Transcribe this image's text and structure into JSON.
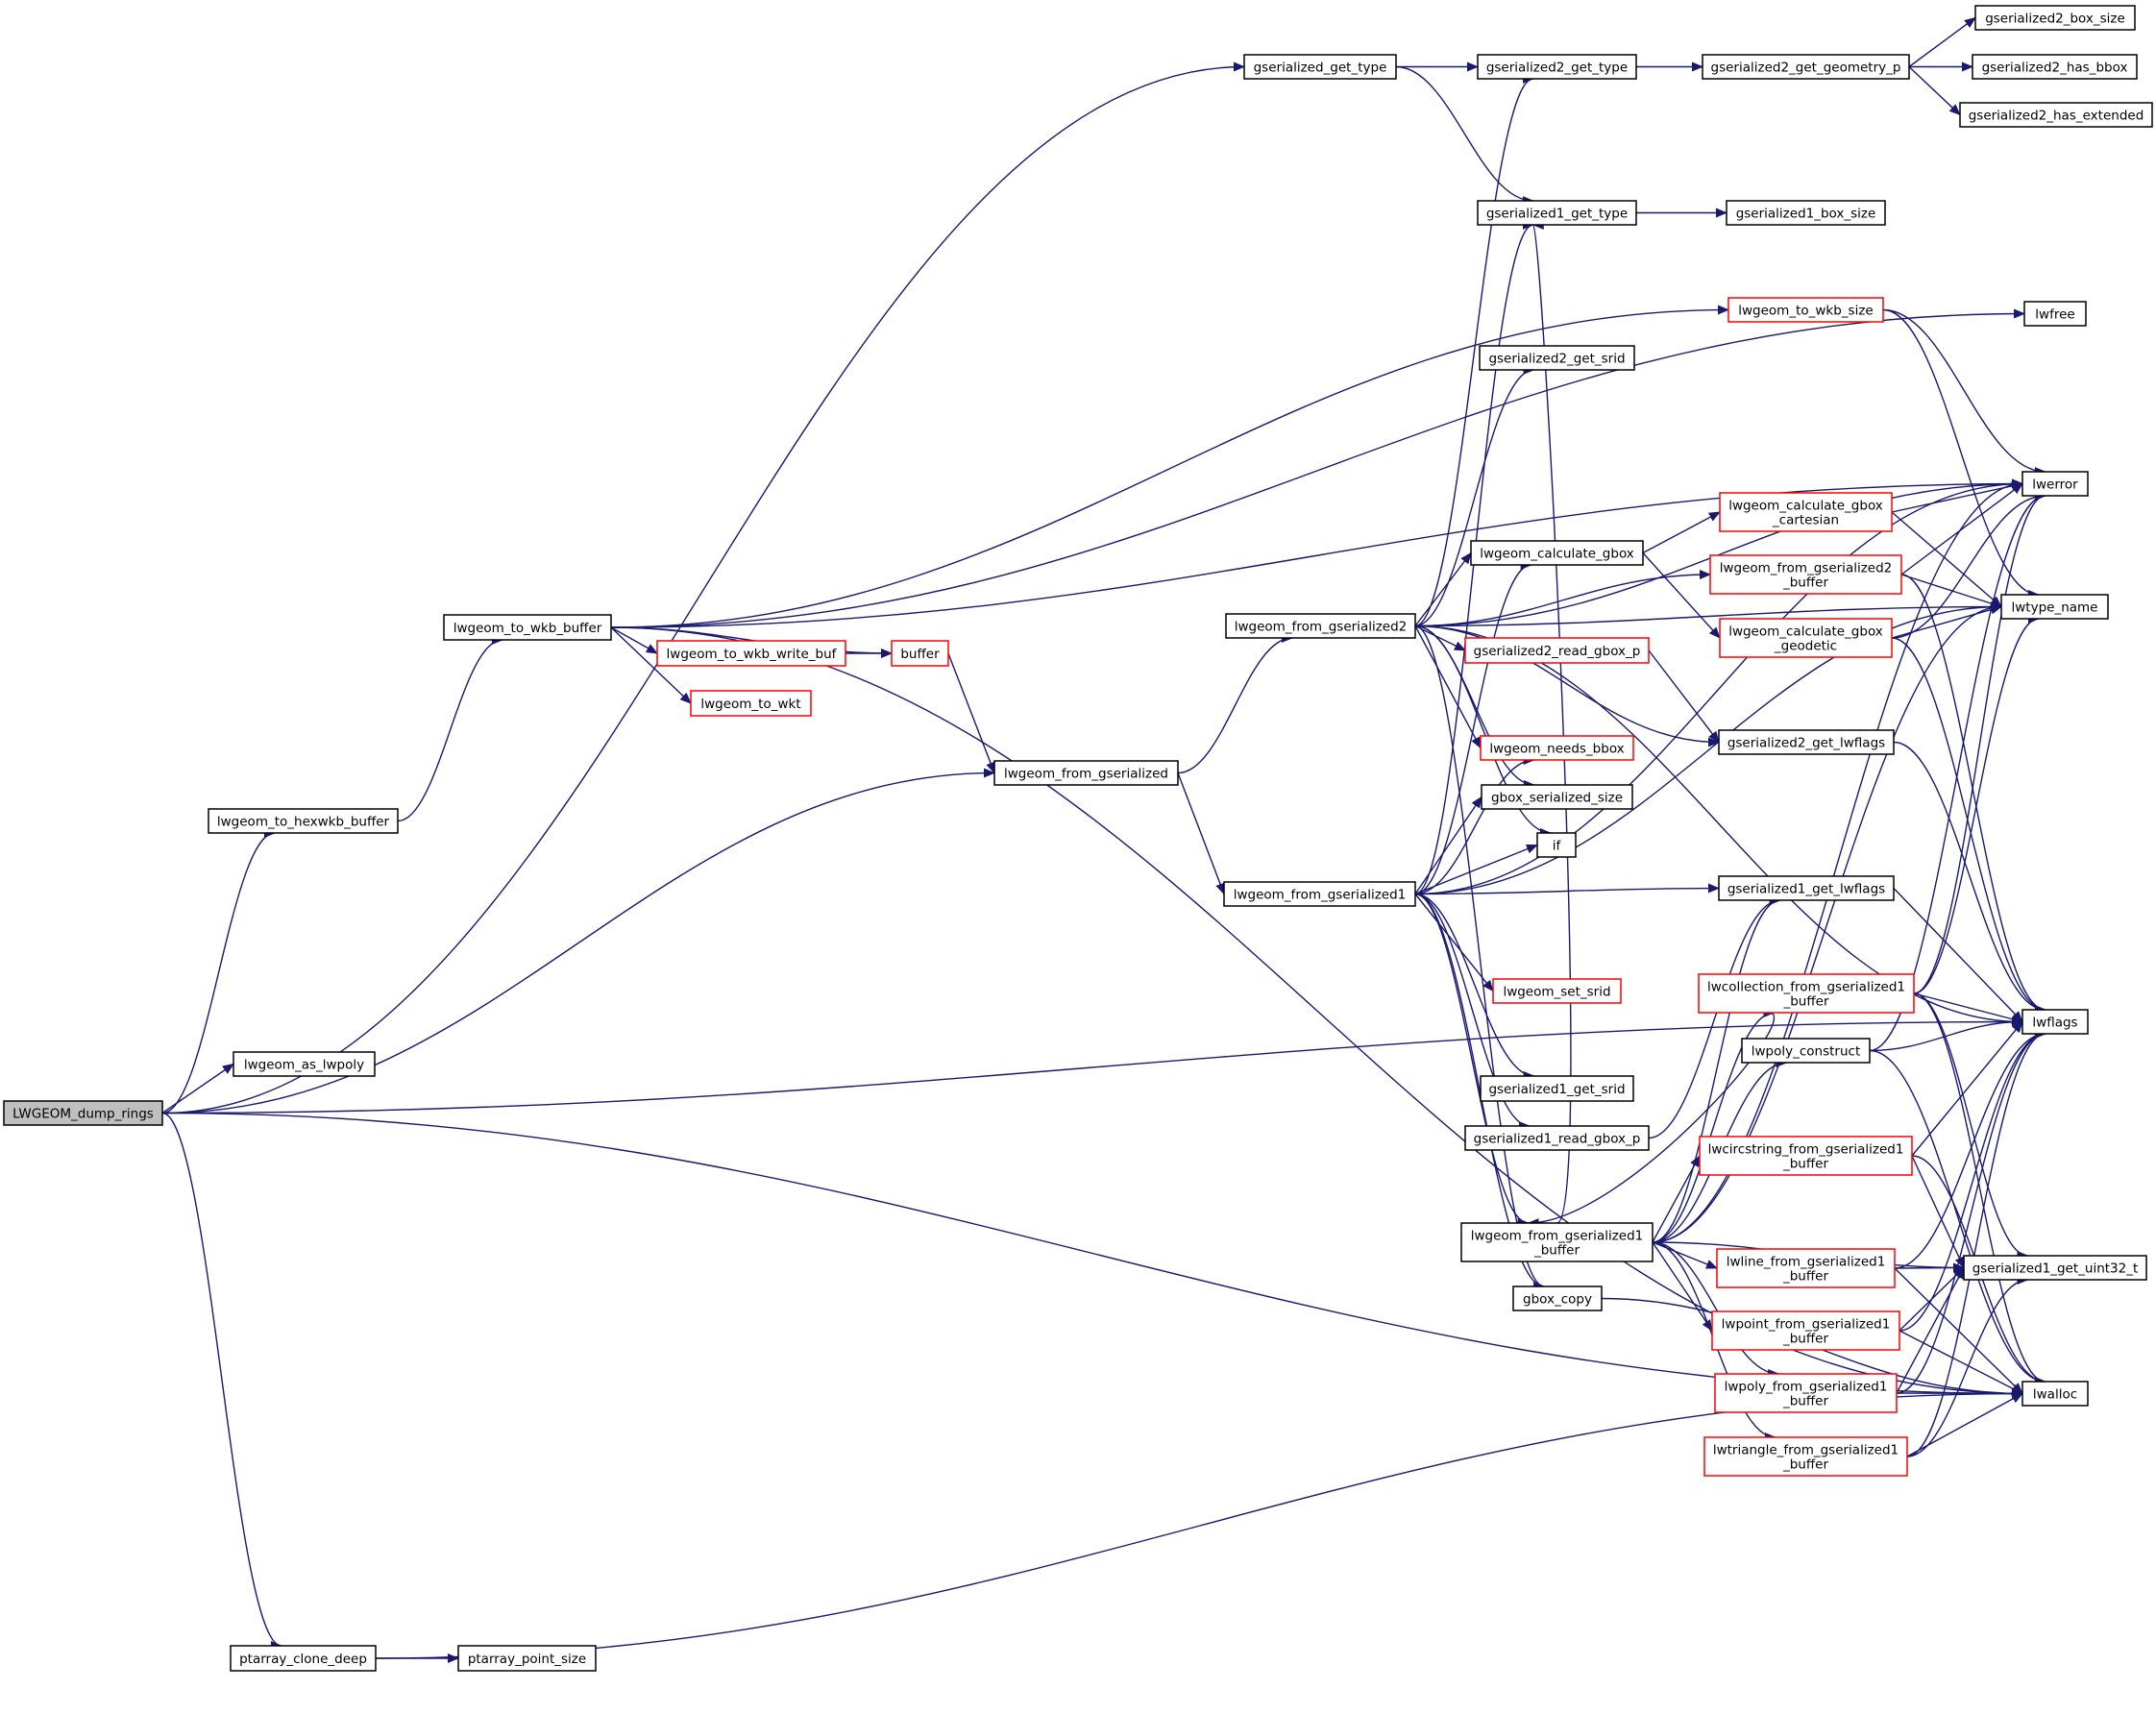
{
  "diagram": {
    "type": "call-graph",
    "root": "LWGEOM_dump_rings",
    "colors": {
      "edge": "#191970",
      "node_border": "#000000",
      "node_border_incomplete": "#ff0000",
      "root_fill": "#bfbfbf",
      "node_fill": "#ffffff"
    },
    "nodes": [
      {
        "id": "LWGEOM_dump_rings",
        "label": [
          "LWGEOM_dump_rings"
        ],
        "style": "root"
      },
      {
        "id": "lwgeom_to_hexwkb_buffer",
        "label": [
          "lwgeom_to_hexwkb_buffer"
        ],
        "style": "normal"
      },
      {
        "id": "lwgeom_as_lwpoly",
        "label": [
          "lwgeom_as_lwpoly"
        ],
        "style": "normal"
      },
      {
        "id": "ptarray_clone_deep",
        "label": [
          "ptarray_clone_deep"
        ],
        "style": "normal"
      },
      {
        "id": "ptarray_point_size",
        "label": [
          "ptarray_point_size"
        ],
        "style": "normal"
      },
      {
        "id": "lwgeom_to_wkb_buffer",
        "label": [
          "lwgeom_to_wkb_buffer"
        ],
        "style": "normal"
      },
      {
        "id": "lwgeom_to_wkb_write_buf",
        "label": [
          "lwgeom_to_wkb_write_buf"
        ],
        "style": "red"
      },
      {
        "id": "lwgeom_to_wkt",
        "label": [
          "lwgeom_to_wkt"
        ],
        "style": "red"
      },
      {
        "id": "buffer",
        "label": [
          "buffer"
        ],
        "style": "red"
      },
      {
        "id": "lwgeom_from_gserialized",
        "label": [
          "lwgeom_from_gserialized"
        ],
        "style": "normal"
      },
      {
        "id": "gserialized_get_type",
        "label": [
          "gserialized_get_type"
        ],
        "style": "normal"
      },
      {
        "id": "lwgeom_from_gserialized2",
        "label": [
          "lwgeom_from_gserialized2"
        ],
        "style": "normal"
      },
      {
        "id": "lwgeom_from_gserialized1",
        "label": [
          "lwgeom_from_gserialized1"
        ],
        "style": "normal"
      },
      {
        "id": "gserialized2_get_type",
        "label": [
          "gserialized2_get_type"
        ],
        "style": "normal"
      },
      {
        "id": "gserialized1_get_type",
        "label": [
          "gserialized1_get_type"
        ],
        "style": "normal"
      },
      {
        "id": "gserialized2_get_srid",
        "label": [
          "gserialized2_get_srid"
        ],
        "style": "normal"
      },
      {
        "id": "lwgeom_calculate_gbox",
        "label": [
          "lwgeom_calculate_gbox"
        ],
        "style": "normal"
      },
      {
        "id": "gserialized2_read_gbox_p",
        "label": [
          "gserialized2_read_gbox_p"
        ],
        "style": "red"
      },
      {
        "id": "lwgeom_needs_bbox",
        "label": [
          "lwgeom_needs_bbox"
        ],
        "style": "red"
      },
      {
        "id": "gbox_serialized_size",
        "label": [
          "gbox_serialized_size"
        ],
        "style": "normal"
      },
      {
        "id": "if",
        "label": [
          "if"
        ],
        "style": "normal"
      },
      {
        "id": "lwgeom_set_srid",
        "label": [
          "lwgeom_set_srid"
        ],
        "style": "red"
      },
      {
        "id": "gserialized1_get_srid",
        "label": [
          "gserialized1_get_srid"
        ],
        "style": "normal"
      },
      {
        "id": "gserialized1_read_gbox_p",
        "label": [
          "gserialized1_read_gbox_p"
        ],
        "style": "normal"
      },
      {
        "id": "lwgeom_from_gserialized1_buffer",
        "label": [
          "lwgeom_from_gserialized1",
          "_buffer"
        ],
        "style": "normal"
      },
      {
        "id": "gbox_copy",
        "label": [
          "gbox_copy"
        ],
        "style": "normal"
      },
      {
        "id": "gserialized2_get_geometry_p",
        "label": [
          "gserialized2_get_geometry_p"
        ],
        "style": "normal"
      },
      {
        "id": "gserialized1_box_size",
        "label": [
          "gserialized1_box_size"
        ],
        "style": "normal"
      },
      {
        "id": "lwgeom_to_wkb_size",
        "label": [
          "lwgeom_to_wkb_size"
        ],
        "style": "red"
      },
      {
        "id": "lwgeom_calculate_gbox_cartesian",
        "label": [
          "lwgeom_calculate_gbox",
          "_cartesian"
        ],
        "style": "red"
      },
      {
        "id": "lwgeom_from_gserialized2_buffer",
        "label": [
          "lwgeom_from_gserialized2",
          "_buffer"
        ],
        "style": "red"
      },
      {
        "id": "lwgeom_calculate_gbox_geodetic",
        "label": [
          "lwgeom_calculate_gbox",
          "_geodetic"
        ],
        "style": "red"
      },
      {
        "id": "gserialized2_get_lwflags",
        "label": [
          "gserialized2_get_lwflags"
        ],
        "style": "normal"
      },
      {
        "id": "gserialized1_get_lwflags",
        "label": [
          "gserialized1_get_lwflags"
        ],
        "style": "normal"
      },
      {
        "id": "lwcollection_from_gserialized1_buffer",
        "label": [
          "lwcollection_from_gserialized1",
          "_buffer"
        ],
        "style": "red"
      },
      {
        "id": "lwpoly_construct",
        "label": [
          "lwpoly_construct"
        ],
        "style": "normal"
      },
      {
        "id": "lwcircstring_from_gserialized1_buffer",
        "label": [
          "lwcircstring_from_gserialized1",
          "_buffer"
        ],
        "style": "red"
      },
      {
        "id": "lwline_from_gserialized1_buffer",
        "label": [
          "lwline_from_gserialized1",
          "_buffer"
        ],
        "style": "red"
      },
      {
        "id": "lwpoint_from_gserialized1_buffer",
        "label": [
          "lwpoint_from_gserialized1",
          "_buffer"
        ],
        "style": "red"
      },
      {
        "id": "lwpoly_from_gserialized1_buffer",
        "label": [
          "lwpoly_from_gserialized1",
          "_buffer"
        ],
        "style": "red"
      },
      {
        "id": "lwtriangle_from_gserialized1_buffer",
        "label": [
          "lwtriangle_from_gserialized1",
          "_buffer"
        ],
        "style": "red"
      },
      {
        "id": "gserialized2_box_size",
        "label": [
          "gserialized2_box_size"
        ],
        "style": "normal"
      },
      {
        "id": "gserialized2_has_bbox",
        "label": [
          "gserialized2_has_bbox"
        ],
        "style": "normal"
      },
      {
        "id": "gserialized2_has_extended",
        "label": [
          "gserialized2_has_extended"
        ],
        "style": "normal"
      },
      {
        "id": "lwfree",
        "label": [
          "lwfree"
        ],
        "style": "normal"
      },
      {
        "id": "lwerror",
        "label": [
          "lwerror"
        ],
        "style": "normal"
      },
      {
        "id": "lwtype_name",
        "label": [
          "lwtype_name"
        ],
        "style": "normal"
      },
      {
        "id": "lwflags",
        "label": [
          "lwflags"
        ],
        "style": "normal"
      },
      {
        "id": "gserialized1_get_uint32_t",
        "label": [
          "gserialized1_get_uint32_t"
        ],
        "style": "normal"
      },
      {
        "id": "lwalloc",
        "label": [
          "lwalloc"
        ],
        "style": "normal"
      }
    ],
    "edges": [
      [
        "LWGEOM_dump_rings",
        "gserialized_get_type"
      ],
      [
        "LWGEOM_dump_rings",
        "lwgeom_to_hexwkb_buffer"
      ],
      [
        "LWGEOM_dump_rings",
        "lwgeom_as_lwpoly"
      ],
      [
        "LWGEOM_dump_rings",
        "lwgeom_from_gserialized"
      ],
      [
        "LWGEOM_dump_rings",
        "lwflags"
      ],
      [
        "LWGEOM_dump_rings",
        "lwalloc"
      ],
      [
        "LWGEOM_dump_rings",
        "ptarray_clone_deep"
      ],
      [
        "lwgeom_to_hexwkb_buffer",
        "lwgeom_to_wkb_buffer"
      ],
      [
        "lwgeom_to_wkb_buffer",
        "lwgeom_to_wkb_write_buf"
      ],
      [
        "lwgeom_to_wkb_buffer",
        "buffer"
      ],
      [
        "lwgeom_to_wkb_buffer",
        "lwgeom_to_wkt"
      ],
      [
        "lwgeom_to_wkb_buffer",
        "lwgeom_to_wkb_size"
      ],
      [
        "lwgeom_to_wkb_buffer",
        "lwfree"
      ],
      [
        "lwgeom_to_wkb_buffer",
        "lwerror"
      ],
      [
        "lwgeom_to_wkb_buffer",
        "lwalloc"
      ],
      [
        "lwgeom_to_wkb_write_buf",
        "buffer"
      ],
      [
        "buffer",
        "lwgeom_from_gserialized"
      ],
      [
        "lwgeom_from_gserialized",
        "lwgeom_from_gserialized2"
      ],
      [
        "lwgeom_from_gserialized",
        "lwgeom_from_gserialized1"
      ],
      [
        "gserialized_get_type",
        "gserialized2_get_type"
      ],
      [
        "gserialized_get_type",
        "gserialized1_get_type"
      ],
      [
        "gserialized2_get_type",
        "gserialized2_get_geometry_p"
      ],
      [
        "gserialized2_get_geometry_p",
        "gserialized2_box_size"
      ],
      [
        "gserialized2_get_geometry_p",
        "gserialized2_has_bbox"
      ],
      [
        "gserialized2_get_geometry_p",
        "gserialized2_has_extended"
      ],
      [
        "gserialized1_get_type",
        "gserialized1_box_size"
      ],
      [
        "lwgeom_to_wkb_size",
        "lwerror"
      ],
      [
        "lwgeom_to_wkb_size",
        "lwtype_name"
      ],
      [
        "lwgeom_from_gserialized2",
        "gserialized2_get_type"
      ],
      [
        "lwgeom_from_gserialized2",
        "gserialized2_get_srid"
      ],
      [
        "lwgeom_from_gserialized2",
        "lwgeom_calculate_gbox"
      ],
      [
        "lwgeom_from_gserialized2",
        "gserialized2_read_gbox_p"
      ],
      [
        "lwgeom_from_gserialized2",
        "lwgeom_needs_bbox"
      ],
      [
        "lwgeom_from_gserialized2",
        "gbox_serialized_size"
      ],
      [
        "lwgeom_from_gserialized2",
        "if"
      ],
      [
        "lwgeom_from_gserialized2",
        "lwgeom_from_gserialized2_buffer"
      ],
      [
        "lwgeom_from_gserialized2",
        "gserialized2_get_lwflags"
      ],
      [
        "lwgeom_from_gserialized2",
        "lwerror"
      ],
      [
        "lwgeom_from_gserialized2",
        "lwtype_name"
      ],
      [
        "lwgeom_from_gserialized2",
        "lwflags"
      ],
      [
        "lwgeom_from_gserialized2",
        "gbox_copy"
      ],
      [
        "lwgeom_from_gserialized1",
        "gserialized1_get_type"
      ],
      [
        "lwgeom_from_gserialized1",
        "lwgeom_calculate_gbox"
      ],
      [
        "lwgeom_from_gserialized1",
        "lwgeom_needs_bbox"
      ],
      [
        "lwgeom_from_gserialized1",
        "gbox_serialized_size"
      ],
      [
        "lwgeom_from_gserialized1",
        "if"
      ],
      [
        "lwgeom_from_gserialized1",
        "lwgeom_set_srid"
      ],
      [
        "lwgeom_from_gserialized1",
        "gserialized1_get_srid"
      ],
      [
        "lwgeom_from_gserialized1",
        "gserialized1_read_gbox_p"
      ],
      [
        "lwgeom_from_gserialized1",
        "lwgeom_from_gserialized1_buffer"
      ],
      [
        "lwgeom_from_gserialized1",
        "gbox_copy"
      ],
      [
        "lwgeom_from_gserialized1",
        "gserialized1_get_lwflags"
      ],
      [
        "lwgeom_from_gserialized1",
        "lwerror"
      ],
      [
        "lwgeom_from_gserialized1",
        "lwtype_name"
      ],
      [
        "lwgeom_calculate_gbox",
        "lwgeom_calculate_gbox_cartesian"
      ],
      [
        "lwgeom_calculate_gbox",
        "lwgeom_calculate_gbox_geodetic"
      ],
      [
        "lwgeom_calculate_gbox_cartesian",
        "lwerror"
      ],
      [
        "lwgeom_calculate_gbox_cartesian",
        "lwtype_name"
      ],
      [
        "lwgeom_from_gserialized2_buffer",
        "lwerror"
      ],
      [
        "lwgeom_from_gserialized2_buffer",
        "lwtype_name"
      ],
      [
        "lwgeom_from_gserialized2_buffer",
        "lwflags"
      ],
      [
        "lwgeom_calculate_gbox_geodetic",
        "lwerror"
      ],
      [
        "lwgeom_calculate_gbox_geodetic",
        "lwtype_name"
      ],
      [
        "lwgeom_calculate_gbox_geodetic",
        "lwflags"
      ],
      [
        "gserialized2_read_gbox_p",
        "gserialized2_get_lwflags"
      ],
      [
        "gserialized2_get_lwflags",
        "lwflags"
      ],
      [
        "gserialized1_read_gbox_p",
        "gserialized1_get_lwflags"
      ],
      [
        "gserialized1_get_lwflags",
        "lwflags"
      ],
      [
        "lwgeom_from_gserialized1_buffer",
        "gserialized1_get_type"
      ],
      [
        "lwgeom_from_gserialized1_buffer",
        "gserialized1_get_lwflags"
      ],
      [
        "lwgeom_from_gserialized1_buffer",
        "lwcollection_from_gserialized1_buffer"
      ],
      [
        "lwgeom_from_gserialized1_buffer",
        "lwpoly_construct"
      ],
      [
        "lwgeom_from_gserialized1_buffer",
        "lwcircstring_from_gserialized1_buffer"
      ],
      [
        "lwgeom_from_gserialized1_buffer",
        "lwline_from_gserialized1_buffer"
      ],
      [
        "lwgeom_from_gserialized1_buffer",
        "lwpoint_from_gserialized1_buffer"
      ],
      [
        "lwgeom_from_gserialized1_buffer",
        "lwpoly_from_gserialized1_buffer"
      ],
      [
        "lwgeom_from_gserialized1_buffer",
        "lwtriangle_from_gserialized1_buffer"
      ],
      [
        "lwgeom_from_gserialized1_buffer",
        "gserialized1_get_uint32_t"
      ],
      [
        "lwgeom_from_gserialized1_buffer",
        "lwerror"
      ],
      [
        "lwgeom_from_gserialized1_buffer",
        "lwtype_name"
      ],
      [
        "lwcollection_from_gserialized1_buffer",
        "lwgeom_from_gserialized1_buffer"
      ],
      [
        "lwcollection_from_gserialized1_buffer",
        "lwerror"
      ],
      [
        "lwcollection_from_gserialized1_buffer",
        "lwtype_name"
      ],
      [
        "lwcollection_from_gserialized1_buffer",
        "lwflags"
      ],
      [
        "lwcollection_from_gserialized1_buffer",
        "gserialized1_get_uint32_t"
      ],
      [
        "lwcollection_from_gserialized1_buffer",
        "lwalloc"
      ],
      [
        "lwpoly_construct",
        "lwerror"
      ],
      [
        "lwpoly_construct",
        "lwflags"
      ],
      [
        "lwpoly_construct",
        "lwalloc"
      ],
      [
        "lwcircstring_from_gserialized1_buffer",
        "lwflags"
      ],
      [
        "lwcircstring_from_gserialized1_buffer",
        "gserialized1_get_uint32_t"
      ],
      [
        "lwcircstring_from_gserialized1_buffer",
        "lwalloc"
      ],
      [
        "lwline_from_gserialized1_buffer",
        "lwflags"
      ],
      [
        "lwline_from_gserialized1_buffer",
        "gserialized1_get_uint32_t"
      ],
      [
        "lwline_from_gserialized1_buffer",
        "lwalloc"
      ],
      [
        "lwpoint_from_gserialized1_buffer",
        "lwflags"
      ],
      [
        "lwpoint_from_gserialized1_buffer",
        "gserialized1_get_uint32_t"
      ],
      [
        "lwpoint_from_gserialized1_buffer",
        "lwalloc"
      ],
      [
        "lwpoly_from_gserialized1_buffer",
        "lwflags"
      ],
      [
        "lwpoly_from_gserialized1_buffer",
        "gserialized1_get_uint32_t"
      ],
      [
        "lwpoly_from_gserialized1_buffer",
        "lwalloc"
      ],
      [
        "lwtriangle_from_gserialized1_buffer",
        "lwflags"
      ],
      [
        "lwtriangle_from_gserialized1_buffer",
        "gserialized1_get_uint32_t"
      ],
      [
        "lwtriangle_from_gserialized1_buffer",
        "lwalloc"
      ],
      [
        "gbox_copy",
        "lwalloc"
      ],
      [
        "ptarray_clone_deep",
        "ptarray_point_size"
      ],
      [
        "ptarray_clone_deep",
        "lwalloc"
      ]
    ]
  }
}
